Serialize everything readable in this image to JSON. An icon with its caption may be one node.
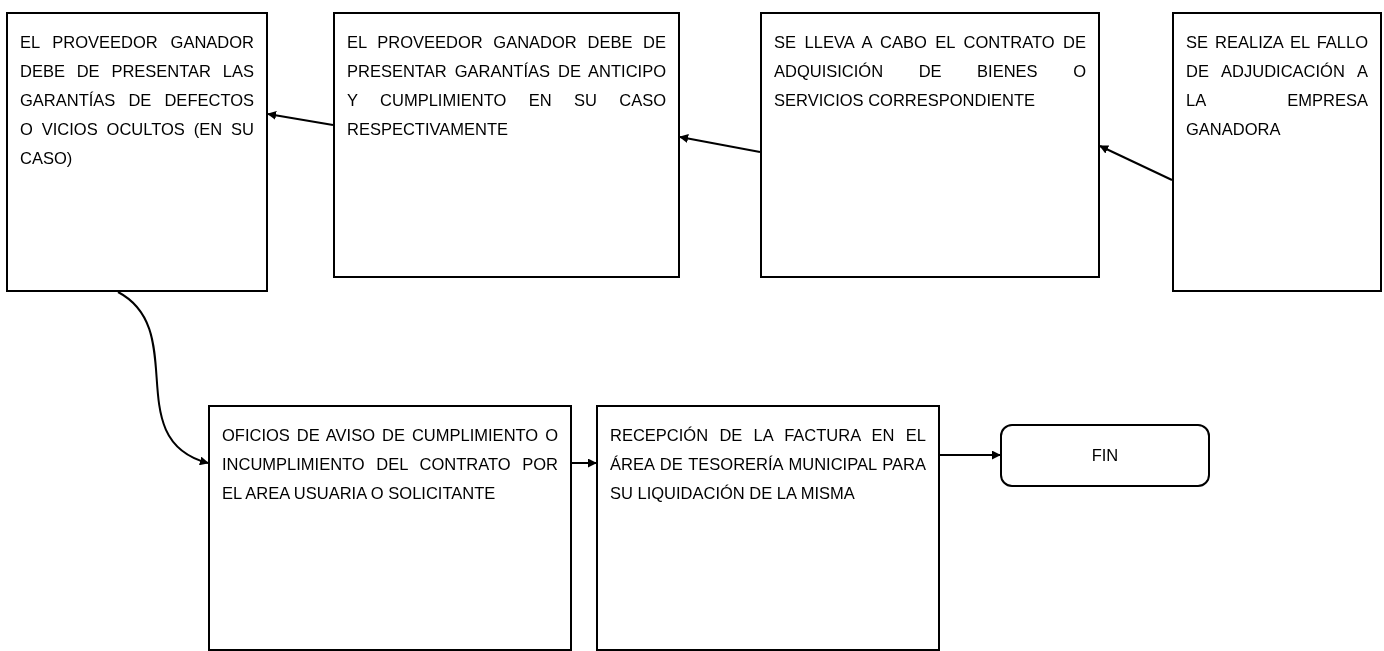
{
  "diagram": {
    "nodes": [
      {
        "text": [
          "EL PROVEEDOR GANADOR DEBE DE PRESENTAR LAS GARANTÍAS DE DEFECTOS O VICIOS OCULTOS (EN SU CASO)"
        ]
      },
      {
        "text": [
          "EL PROVEEDOR GANADOR DEBE DE PRESENTAR GARANTÍAS DE ANTICIPO Y CUMPLIMIENTO EN SU CASO RESPECTIVAMENTE"
        ]
      },
      {
        "text": [
          "SE LLEVA A CABO EL CONTRATO DE ADQUISICIÓN DE BIENES O SERVICIOS CORRESPONDIENTE"
        ]
      },
      {
        "text": [
          "SE REALIZA EL FALLO DE ADJUDICACIÓN A LA EMPRESA GANADORA"
        ]
      },
      {
        "text": [
          "OFICIOS DE AVISO DE CUMPLIMIENTO O INCUMPLIMIENTO DEL CONTRATO POR EL AREA USUARIA O SOLICITANTE"
        ]
      },
      {
        "text": [
          "RECEPCIÓN DE LA FACTURA EN EL ÁREA DE TESORERÍA MUNICIPAL PARA SU LIQUIDACIÓN DE LA MISMA"
        ]
      },
      {
        "text": [
          "FIN"
        ]
      }
    ],
    "edges": [
      {
        "from": 3,
        "to": 2,
        "arrow": "to"
      },
      {
        "from": 2,
        "to": 1,
        "arrow": "to"
      },
      {
        "from": 1,
        "to": 0,
        "arrow": "to"
      },
      {
        "from": 0,
        "to": 4,
        "arrow": "to"
      },
      {
        "from": 4,
        "to": 5,
        "arrow": "to"
      },
      {
        "from": 5,
        "to": 6,
        "arrow": "to"
      }
    ]
  }
}
